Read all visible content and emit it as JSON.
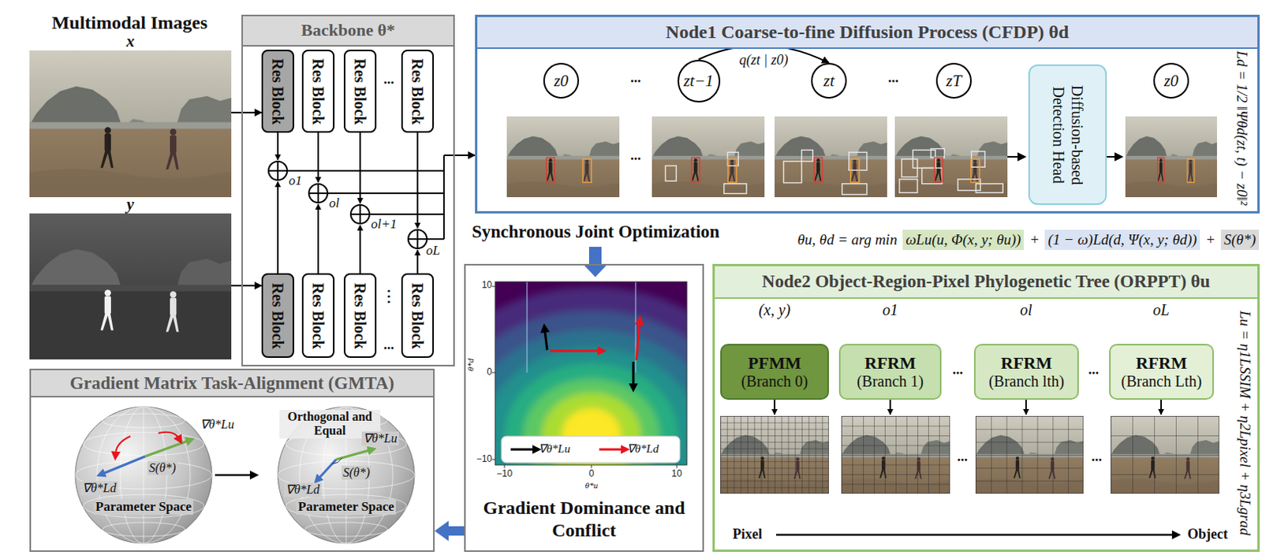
{
  "diagram": {
    "nodes": [
      {
        "text": [
          "x"
        ]
      },
      {
        "text": [
          "y"
        ]
      },
      {
        "text": [
          "Backbone θ*"
        ]
      },
      {
        "text": [
          "Res Block"
        ],
        "in": 2
      },
      {
        "text": [
          "Res Block"
        ],
        "in": 2
      },
      {
        "text": [
          "Res Block"
        ],
        "in": 2
      },
      {
        "text": [
          "Res Block"
        ],
        "in": 2
      },
      {
        "text": [
          "Res Block"
        ],
        "in": 2
      },
      {
        "text": [
          "Res Block"
        ],
        "in": 2
      },
      {
        "text": [
          "Res Block"
        ],
        "in": 2
      },
      {
        "text": [
          "Res Block"
        ],
        "in": 2
      },
      {
        "text": [
          "Node1 Coarse-to-fine Diffusion Process (CFDP) θd"
        ]
      },
      {
        "text": [
          "z0"
        ],
        "in": 11
      },
      {
        "text": [
          "zt−1"
        ],
        "in": 11
      },
      {
        "text": [
          "zt"
        ],
        "in": 11
      },
      {
        "text": [
          "zT"
        ],
        "in": 11
      },
      {
        "text": [
          "Diffusion-based Detection Head"
        ],
        "in": 11
      },
      {
        "text": [
          "z0"
        ],
        "in": 11
      },
      {
        "text": [
          "Gradient Dominance and Conflict"
        ]
      },
      {
        "text": [
          "Gradient Matrix Task-Alignment (GMTA)"
        ]
      },
      {
        "text": [
          "Node2 Object-Region-Pixel Phylogenetic Tree (ORPPT) θu"
        ]
      },
      {
        "text": [
          "PFMM",
          "(Branch 0)"
        ],
        "in": 20
      },
      {
        "text": [
          "RFRM",
          "(Branch 1)"
        ],
        "in": 20
      },
      {
        "text": [
          "RFRM",
          "(Branch lth)"
        ],
        "in": 20
      },
      {
        "text": [
          "RFRM",
          "(Branch Lth)"
        ],
        "in": 20
      }
    ],
    "edges": [
      {
        "from": 0,
        "to": 3,
        "arrow": "to"
      },
      {
        "from": 1,
        "to": 7,
        "arrow": "to"
      },
      {
        "from": 2,
        "to": 11,
        "arrow": "to"
      },
      {
        "from": 13,
        "to": 14,
        "label": "q(zt | z0)",
        "arrow": "to"
      },
      {
        "from": 18,
        "to": 19,
        "arrow": "to"
      }
    ],
    "labels": [
      "Multimodal Images",
      "o1",
      "ol",
      "ol+1",
      "oL",
      "...",
      "⋮",
      "...",
      "...",
      "...",
      "...",
      "Ld = 1/2 ‖Ψθd(zt, t) − z0‖²",
      "Synchronous Joint Optimization",
      "θu, θd = arg min",
      "ωLu(u, Φ(x, y; θu))",
      "+",
      "(1 − ω)Ld(d, Ψ(x, y; θd))",
      "+",
      "S(θ*)",
      "10",
      "0",
      "−10",
      "−10",
      "0",
      "10",
      "θ*d",
      "θ*u",
      "∇θ*Lu",
      "S(θ*)",
      "∇θ*Ld",
      "Parameter Space",
      "Orthogonal and Equal",
      "∇θ*Lu",
      "S(θ*)",
      "∇θ*Ld",
      "Parameter Space",
      "(x, y)",
      "o1",
      "ol",
      "oL",
      "...",
      "...",
      "...",
      "...",
      "Pixel",
      "Object",
      "Lu = η1LSSIM + η2Lpixel + η3Lgrad"
    ],
    "legend": [
      {
        "text": "∇θ*Lu"
      },
      {
        "text": "∇θ*Ld"
      }
    ]
  }
}
